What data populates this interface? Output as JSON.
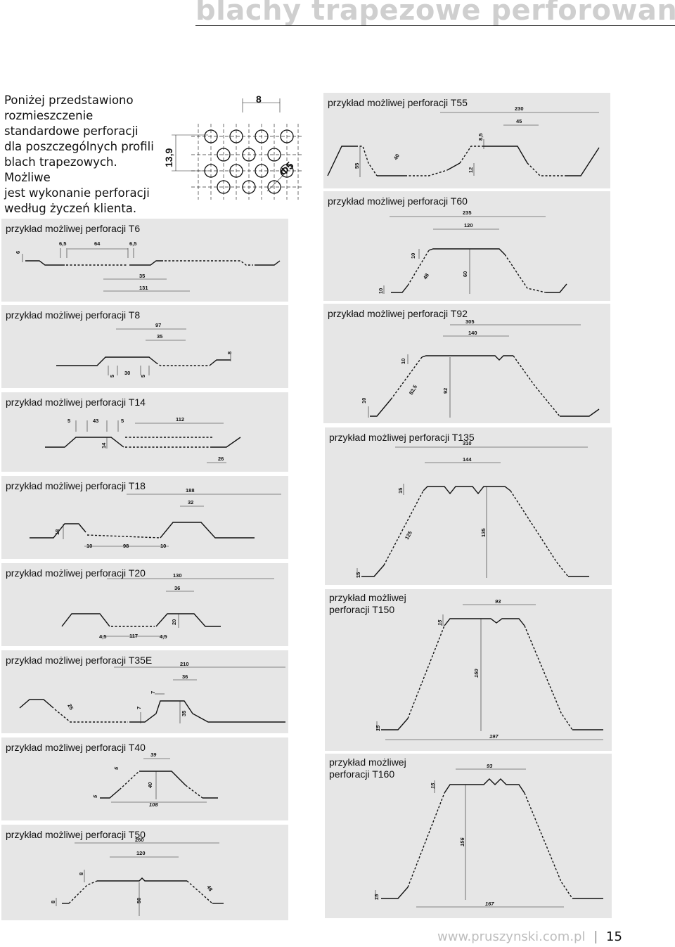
{
  "header": {
    "title": "blachy trapezowe perforowane"
  },
  "intro": {
    "lines": [
      "Poniżej przedstawiono",
      "rozmieszczenie",
      "standardowe perforacji",
      "dla poszczególnych profili",
      "blach trapezowych. Możliwe",
      "jest wykonanie perforacji",
      "według życzeń klienta."
    ]
  },
  "hole_pattern": {
    "pitch_label": "8",
    "height_label": "13,9",
    "diameter_label": "Φ5"
  },
  "panels": [
    {
      "id": "T55",
      "title": "przykład możliwej perforacji T55",
      "dims": [
        "230",
        "45",
        "8,5",
        "55",
        "40",
        "12"
      ]
    },
    {
      "id": "T60",
      "title": "przykład możliwej perforacji T60",
      "dims": [
        "235",
        "120",
        "10",
        "60",
        "48",
        "10"
      ]
    },
    {
      "id": "T6",
      "title": "przykład możliwej perforacji T6",
      "dims": [
        "6",
        "6,5",
        "64",
        "6,5",
        "35",
        "131"
      ]
    },
    {
      "id": "T92",
      "title": "przykład możliwej perforacji T92",
      "dims": [
        "305",
        "140",
        "10",
        "92",
        "82,5",
        "10"
      ]
    },
    {
      "id": "T8",
      "title": "przykład możliwej perforacji T8",
      "dims": [
        "97",
        "35",
        "8",
        "5",
        "30",
        "5"
      ]
    },
    {
      "id": "T14",
      "title": "przykład możliwej perforacji T14",
      "dims": [
        "5",
        "43",
        "5",
        "112",
        "14",
        "26"
      ]
    },
    {
      "id": "T135",
      "title": "przykład możliwej perforacji T135",
      "dims": [
        "310",
        "144",
        "15",
        "125",
        "135",
        "15"
      ]
    },
    {
      "id": "T18",
      "title": "przykład możliwej perforacji T18",
      "dims": [
        "188",
        "32",
        "18",
        "10",
        "98",
        "10"
      ]
    },
    {
      "id": "T20",
      "title": "przykład możliwej perforacji T20",
      "dims": [
        "130",
        "36",
        "20",
        "4,5",
        "117",
        "4,5"
      ]
    },
    {
      "id": "T150",
      "title_lines": [
        "przykład możliwej",
        "perforacji T150"
      ],
      "dims": [
        "93",
        "15",
        "150",
        "15",
        "197"
      ]
    },
    {
      "id": "T35E",
      "title": "przykład możliwej perforacji T35E",
      "dims": [
        "210",
        "36",
        "25",
        "7",
        "7",
        "35"
      ]
    },
    {
      "id": "T40",
      "title": "przykład możliwej perforacji T40",
      "dims": [
        "39",
        "5",
        "40",
        "5",
        "108"
      ]
    },
    {
      "id": "T160",
      "title_lines": [
        "przykład możliwej",
        "perforacji T160"
      ],
      "dims": [
        "93",
        "15",
        "156",
        "15",
        "167"
      ]
    },
    {
      "id": "T50",
      "title": "przykład możliwej perforacji T50",
      "dims": [
        "260",
        "120",
        "8",
        "8",
        "50",
        "48"
      ]
    }
  ],
  "footer": {
    "url": "www.pruszynski.com.pl",
    "page_number": "15"
  }
}
